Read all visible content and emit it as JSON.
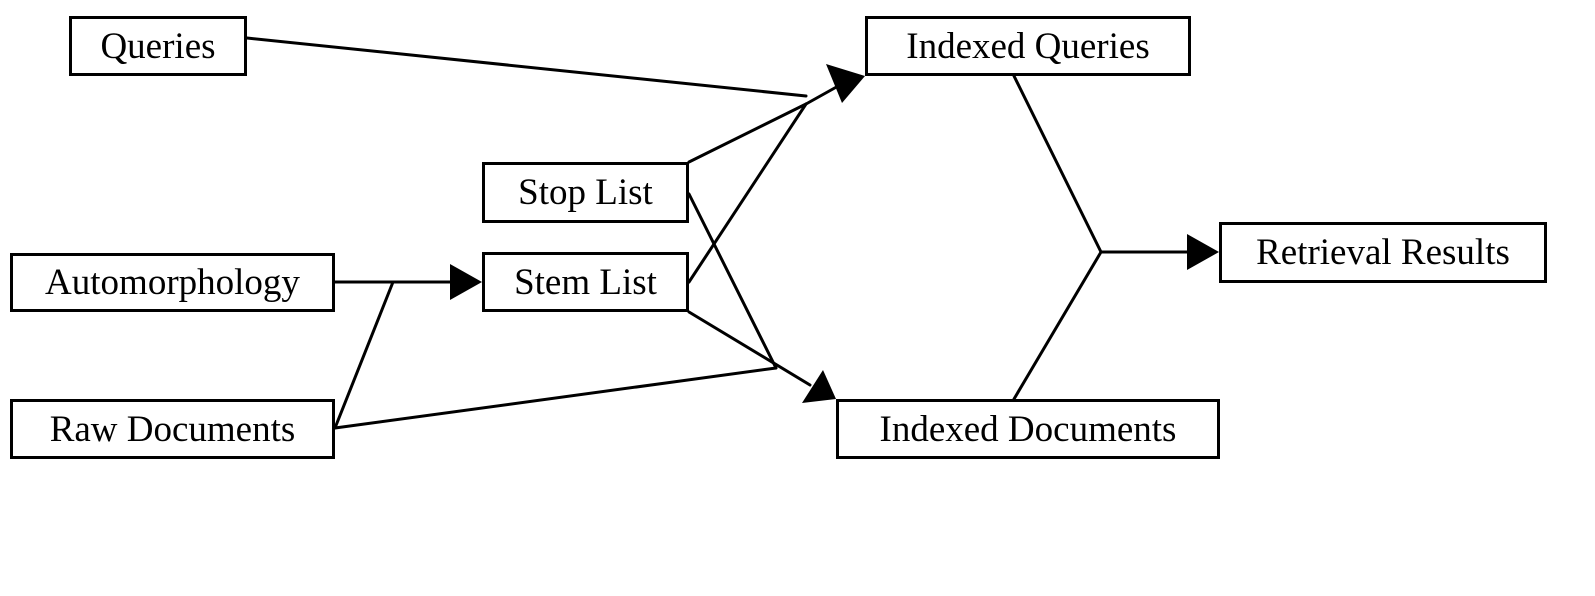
{
  "diagram": {
    "nodes": {
      "queries": "Queries",
      "automorphology": "Automorphology",
      "raw_documents": "Raw Documents",
      "stop_list": "Stop List",
      "stem_list": "Stem List",
      "indexed_queries": "Indexed Queries",
      "indexed_documents": "Indexed Documents",
      "retrieval_results": "Retrieval Results"
    },
    "edges": [
      {
        "from": "Queries",
        "to": "Indexed Queries"
      },
      {
        "from": "Stop List",
        "to": "Indexed Queries"
      },
      {
        "from": "Stem List",
        "to": "Indexed Queries"
      },
      {
        "from": "Automorphology",
        "to": "Stem List"
      },
      {
        "from": "Raw Documents",
        "to": "Stem List"
      },
      {
        "from": "Raw Documents",
        "to": "Indexed Documents"
      },
      {
        "from": "Stop List",
        "to": "Indexed Documents"
      },
      {
        "from": "Stem List",
        "to": "Indexed Documents"
      },
      {
        "from": "Indexed Queries",
        "to": "Retrieval Results"
      },
      {
        "from": "Indexed Documents",
        "to": "Retrieval Results"
      }
    ],
    "line_color": "#000000",
    "box_border_color": "#000000",
    "background_color": "#ffffff"
  }
}
